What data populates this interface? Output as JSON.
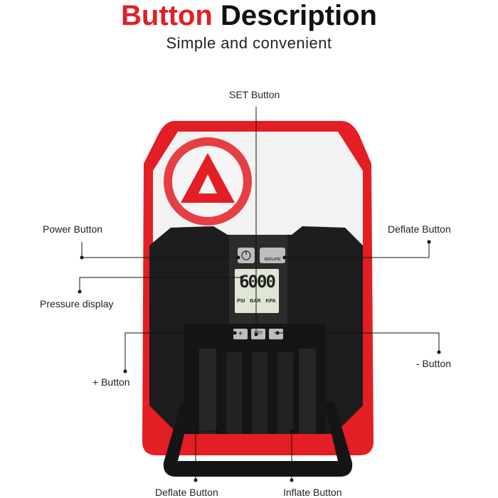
{
  "header": {
    "title_highlight": "Button",
    "title_rest": "Description",
    "subtitle": "Simple and convenient"
  },
  "labels": {
    "set": "SET Button",
    "power": "Power Button",
    "deflate_top": "Deflate Button",
    "pressure": "Pressure display",
    "plus": "+ Button",
    "minus": "- Button",
    "deflate_bottom": "Deflate Button",
    "inflate": "Inflate Button"
  },
  "device": {
    "display_value": "6000",
    "units": [
      "PSI",
      "BAR",
      "KPA"
    ],
    "buttons": {
      "plus": "+",
      "set": "SET",
      "minus": "−",
      "deflate": "DEFLATE"
    }
  },
  "colors": {
    "accent": "#e31e24",
    "body": "#1d1d1d",
    "lcd": "#dfe6d6"
  }
}
